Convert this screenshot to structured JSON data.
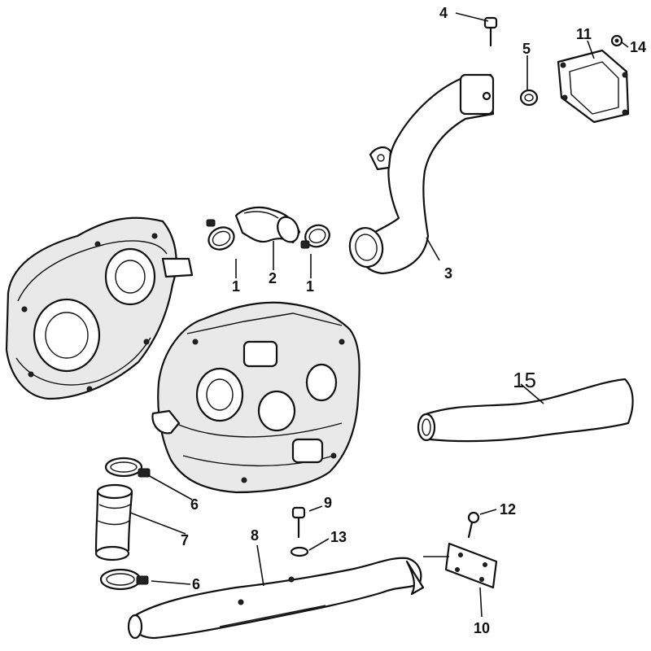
{
  "callouts": {
    "c1a": "1",
    "c1b": "1",
    "c2": "2",
    "c3": "3",
    "c4": "4",
    "c5": "5",
    "c6a": "6",
    "c6b": "6",
    "c7": "7",
    "c8": "8",
    "c9": "9",
    "c10": "10",
    "c11": "11",
    "c12": "12",
    "c13": "13",
    "c14": "14",
    "c15": "15"
  }
}
